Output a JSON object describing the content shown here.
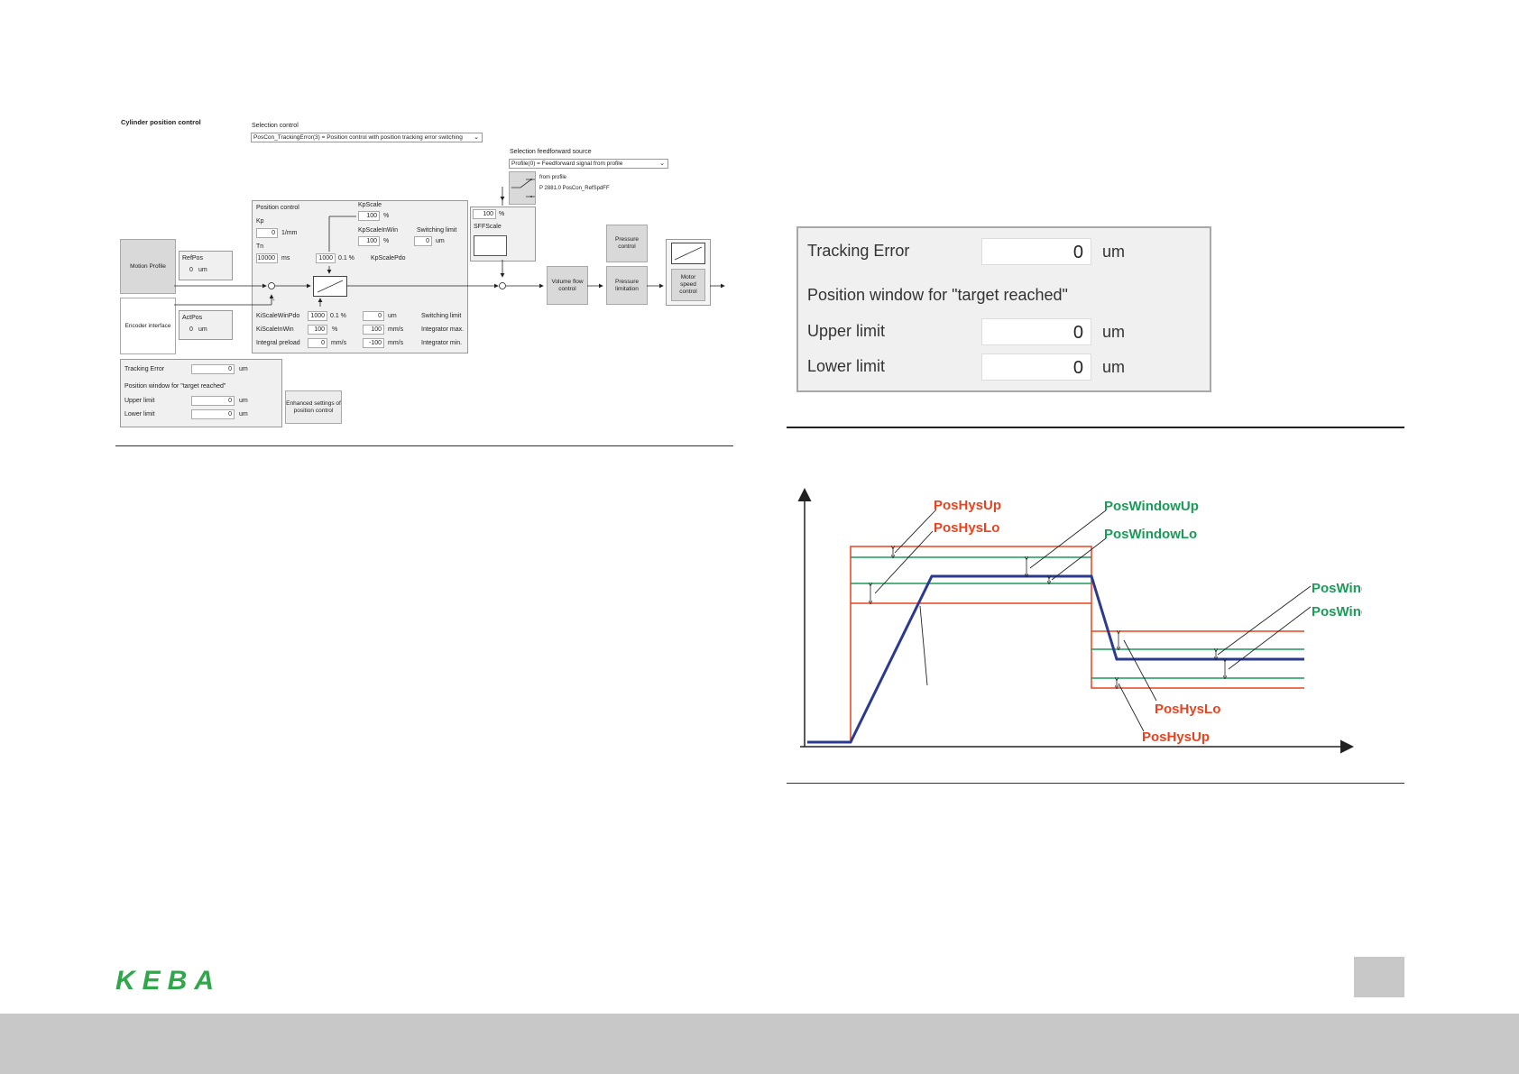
{
  "left_figure": {
    "title": "Cylinder position control",
    "selection_control_label": "Selection control",
    "selection_control_value": "PosCon_TrackingError(3) = Position control with position tracking error switching",
    "feedforward_label": "Selection feedforward source",
    "feedforward_value": "Profile(0) = Feedforward signal from profile",
    "switch_from_profile": "from profile",
    "switch_param": "P 2881.0 PosCon_RefSpdFF",
    "sffscale_value": "100",
    "sffscale_unit": "%",
    "sffscale_label": "SFFScale",
    "motion_profile": "Motion Profile",
    "encoder_interface": "Encoder interface",
    "refpos_label": "RefPos",
    "refpos_value": "0",
    "refpos_unit": "um",
    "actpos_label": "ActPos",
    "actpos_value": "0",
    "actpos_unit": "um",
    "minus_sign": "-",
    "position_control_label": "Position control",
    "kp_label": "Kp",
    "kp_value": "0",
    "kp_unit": "1/mm",
    "tn_label": "Tn",
    "tn_value": "10000",
    "tn_unit": "ms",
    "kpscale_label": "KpScale",
    "kpscale_value": "100",
    "kpscale_unit": "%",
    "kpscaleinwin_label": "KpScaleInWin",
    "kpscaleinwin_value": "100",
    "kpscaleinwin_unit": "%",
    "kpscalepdo_value": "1000",
    "kpscalepdo_unit": "0.1 %",
    "kpscalepdo_label": "KpScalePdo",
    "switching_limit_label": "Switching limit",
    "switching_limit_value": "0",
    "switching_limit_unit": "um",
    "kiscalewinpdo_label": "KiScaleWinPdo",
    "kiscalewinpdo_value": "1000",
    "kiscalewinpdo_unit": "0.1 %",
    "kiscaleinwin_label": "KiScaleInWin",
    "kiscaleinwin_value": "100",
    "kiscaleinwin_unit": "%",
    "integral_preload_label": "Integral preload",
    "integral_preload_value": "0",
    "integral_preload_unit": "mm/s",
    "sw_limit2_value": "0",
    "sw_limit2_unit": "um",
    "sw_limit2_label": "Switching limit",
    "int_max_value": "100",
    "int_max_unit": "mm/s",
    "int_max_label": "Integrator max.",
    "int_min_value": "-100",
    "int_min_unit": "mm/s",
    "int_min_label": "Integrator min.",
    "volume_flow": "Volume flow control",
    "pressure_control": "Pressure control",
    "pressure_limitation": "Pressure limitation",
    "motor_speed": "Motor speed control",
    "tracking_error_label": "Tracking Error",
    "tracking_error_value": "0",
    "tracking_error_unit": "um",
    "position_window_label": "Position window for \"target reached\"",
    "upper_limit_label": "Upper limit",
    "upper_limit_value": "0",
    "upper_limit_unit": "um",
    "lower_limit_label": "Lower limit",
    "lower_limit_value": "0",
    "lower_limit_unit": "um",
    "enhanced_button": "Enhanced settings of position control"
  },
  "right_panel": {
    "tracking_error_label": "Tracking Error",
    "tracking_error_value": "0",
    "tracking_error_unit": "um",
    "position_window_label": "Position window for \"target reached\"",
    "upper_limit_label": "Upper limit",
    "upper_limit_value": "0",
    "upper_limit_unit": "um",
    "lower_limit_label": "Lower limit",
    "lower_limit_value": "0",
    "lower_limit_unit": "um"
  },
  "graph_labels": {
    "hys_up_1": "PosHysUp",
    "hys_lo_1": "PosHysLo",
    "win_up_1": "PosWindowUp",
    "win_lo_1": "PosWindowLo",
    "win_lo_2": "PosWindowLo",
    "win_up_2": "PosWindowUp",
    "hys_lo_2": "PosHysLo",
    "hys_up_2": "PosHysUp"
  },
  "colors": {
    "red": "#e8431f",
    "green": "#1b9a59",
    "blue": "#2b3a8f",
    "keba_green": "#2ea84a",
    "footer_gray": "#c8c8c8"
  },
  "footer": {
    "logo": "KEBA"
  }
}
